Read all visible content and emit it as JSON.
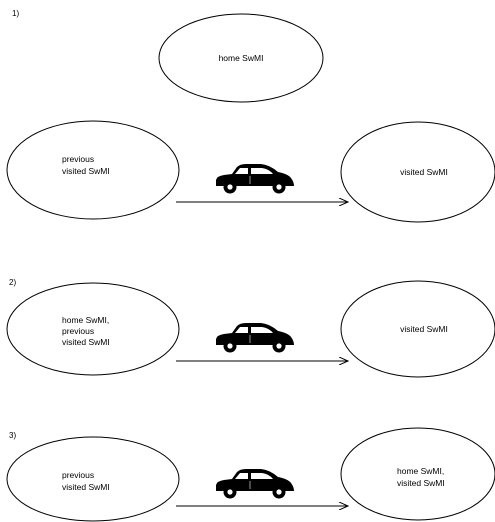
{
  "diagram": {
    "step1": {
      "number": "1)",
      "top_node": "home SwMI",
      "left_node": [
        "previous",
        "visited SwMI"
      ],
      "right_node": "visited SwMI"
    },
    "step2": {
      "number": "2)",
      "left_node": [
        "home SwMI,",
        "previous",
        "visited SwMI"
      ],
      "right_node": "visited SwMI"
    },
    "step3": {
      "number": "3)",
      "left_node": [
        "previous",
        "visited SwMI"
      ],
      "right_node": [
        "home SwMI,",
        "visited SwMI"
      ]
    },
    "icons": {
      "vehicle": "car-icon"
    }
  }
}
